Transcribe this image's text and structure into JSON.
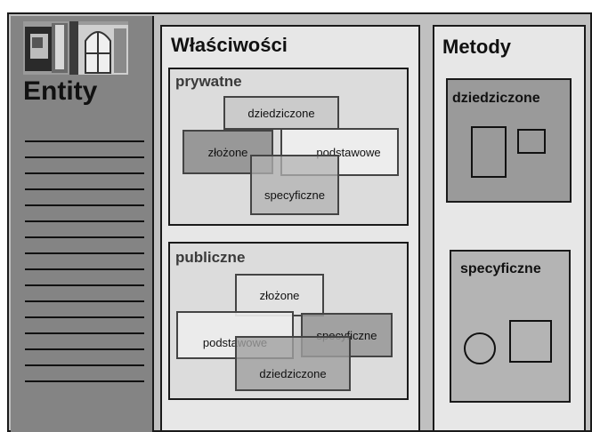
{
  "entity": {
    "title": "Entity"
  },
  "properties": {
    "title": "Właściwości",
    "private": {
      "title": "prywatne",
      "boxes": {
        "inherited": "dziedziczone",
        "complex": "złożone",
        "basic": "podstawowe",
        "specific": "specyficzne"
      }
    },
    "public": {
      "title": "publiczne",
      "boxes": {
        "complex": "złożone",
        "basic": "podstawowe",
        "specific": "specyficzne",
        "inherited": "dziedziczone"
      }
    }
  },
  "methods": {
    "title": "Metody",
    "inherited": {
      "title": "dziedziczone"
    },
    "specific": {
      "title": "specyficzne"
    }
  },
  "colors": {
    "background": "#c0c0c0",
    "entity_panel": "#848484",
    "column_panel": "#e7e7e7",
    "method_panel": "#9a9a9a",
    "border": "#1a1a1a"
  }
}
